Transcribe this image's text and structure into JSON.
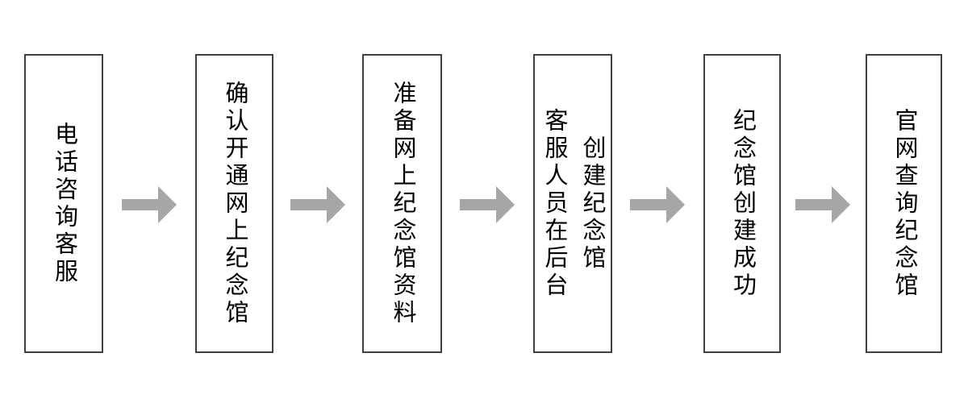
{
  "diagram": {
    "type": "flowchart",
    "direction": "left-to-right",
    "steps": [
      {
        "id": 1,
        "lines": [
          "电话咨询客服"
        ]
      },
      {
        "id": 2,
        "lines": [
          "确认开通网上纪念馆"
        ]
      },
      {
        "id": 3,
        "lines": [
          "准备网上纪念馆资料"
        ]
      },
      {
        "id": 4,
        "lines": [
          "客服人员在后台",
          "创建纪念馆"
        ]
      },
      {
        "id": 5,
        "lines": [
          "纪念馆创建成功"
        ]
      },
      {
        "id": 6,
        "lines": [
          "官网查询纪念馆"
        ]
      }
    ],
    "connector_icon": "right-block-arrow",
    "colors": {
      "background": "#ffffff",
      "box_fill": "#ffffff",
      "box_border": "#404040",
      "text": "#000000",
      "arrow": "#a6a6a6"
    }
  }
}
